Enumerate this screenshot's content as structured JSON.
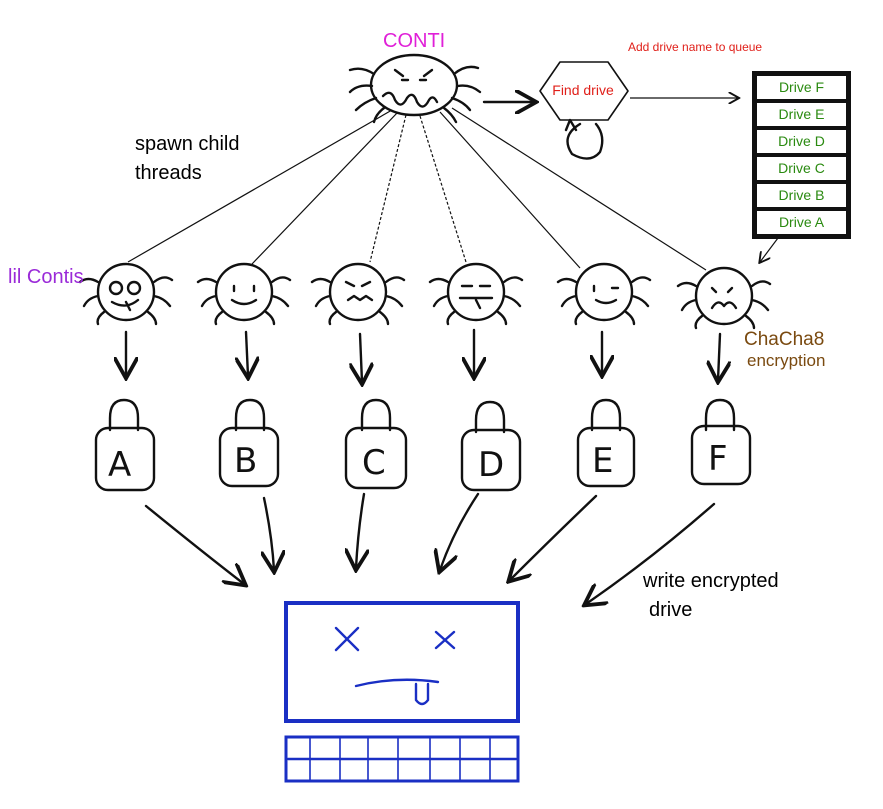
{
  "labels": {
    "main_name": "CONTI",
    "queue_note": "Add drive name to queue",
    "spawn_line1": "spawn child",
    "spawn_line2": "threads",
    "children_name": "lil Contis",
    "cipher_line1": "ChaCha8",
    "cipher_line2": "encryption",
    "write_line1": "write encrypted",
    "write_line2": "drive",
    "find_drive": "Find drive"
  },
  "queue": [
    "Drive F",
    "Drive E",
    "Drive D",
    "Drive C",
    "Drive B",
    "Drive A"
  ],
  "locks": [
    "A",
    "B",
    "C",
    "D",
    "E",
    "F"
  ],
  "colors": {
    "main_name": "#e020d8",
    "queue_note": "#e0201a",
    "find_drive": "#e0201a",
    "children_name": "#9a2ad8",
    "cipher": "#7a4a10",
    "queue_text": "#2a8a10",
    "screen": "#1a2fc4"
  },
  "icons": [
    "spider-icon",
    "lock-icon",
    "loop-arrow-icon",
    "broken-screen-icon",
    "keyboard-icon"
  ]
}
